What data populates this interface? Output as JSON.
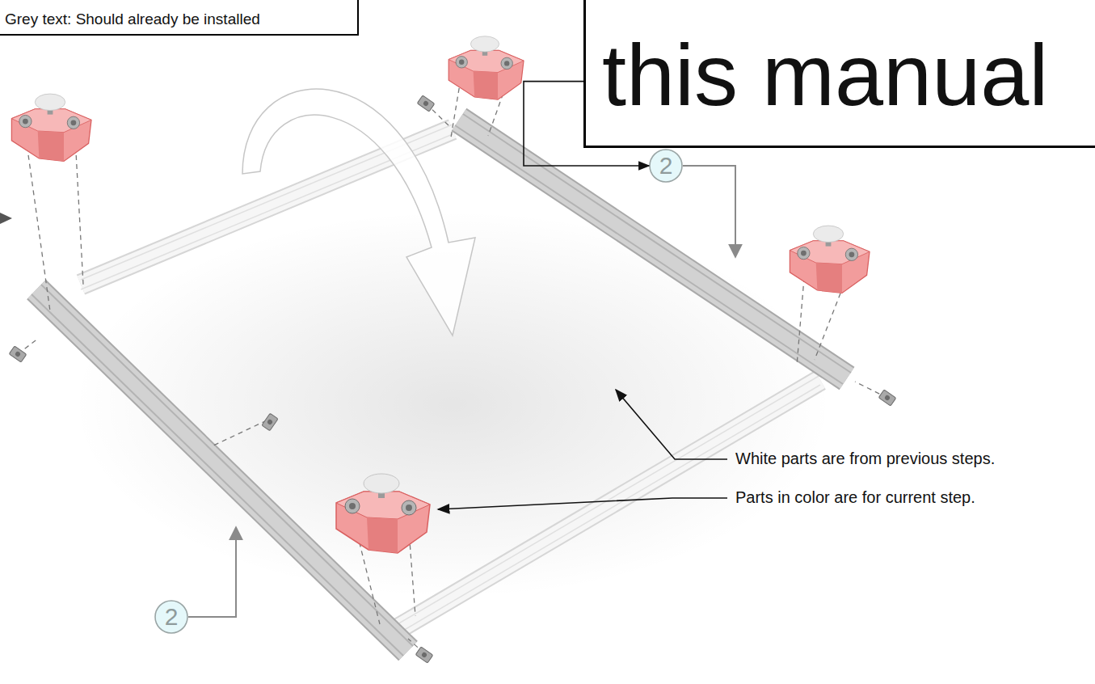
{
  "diagram": {
    "nodes": [
      {
        "text": [
          "Grey text: Should already be installed"
        ]
      },
      {
        "text": [
          "this manual"
        ]
      },
      {
        "text": [
          "2"
        ]
      },
      {
        "text": [
          "2"
        ]
      }
    ],
    "edges": [
      {
        "from": 1,
        "to": 2,
        "arrow": "to"
      }
    ],
    "labels": [
      "White parts are from previous steps.",
      "Parts in color are for current step."
    ]
  }
}
